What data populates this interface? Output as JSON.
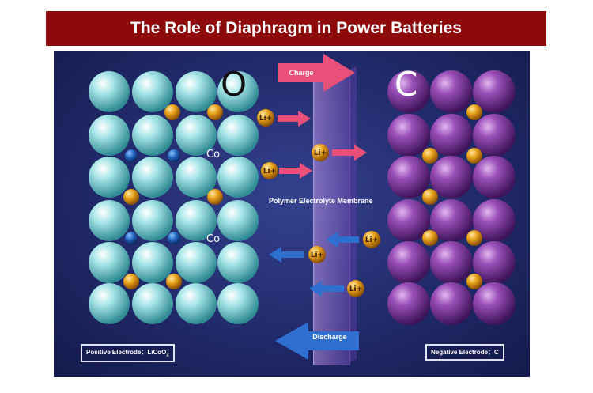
{
  "title": "The Role of Diaphragm in Power Batteries",
  "labels": {
    "charge": "Charge",
    "discharge": "Discharge",
    "membrane": "Polymer Electrolyte Membrane",
    "oxygen": "O",
    "cobalt_top": "Co",
    "cobalt_bottom": "Co",
    "carbon": "C",
    "ion": "Li+"
  },
  "electrodes": {
    "positive_prefix": "Positive Electrode：",
    "positive_formula": "LiCoO",
    "positive_subscript": "2",
    "negative": "Negative Electrode：C"
  },
  "colors": {
    "title_bg": "#8d0a0a",
    "panel_bg": "#212a6a",
    "oxygen_sphere": "#7fd2d6",
    "carbon_sphere": "#8a3fa6",
    "lithium_ion": "#e39a17",
    "cobalt": "#1f5fb4",
    "charge_arrow": "#e8507a",
    "discharge_arrow": "#2f6fd0"
  }
}
